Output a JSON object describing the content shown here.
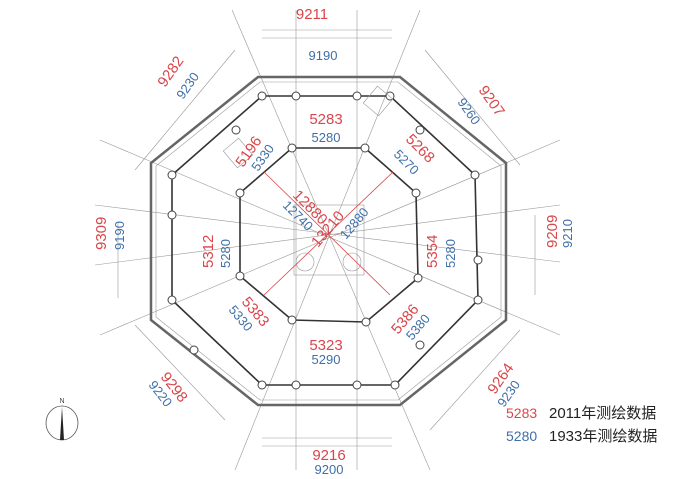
{
  "colors": {
    "data_2011": "#d9464a",
    "data_1933": "#3f6fa8"
  },
  "outer": {
    "top": {
      "red": "9211",
      "blue": "9190"
    },
    "top_right": {
      "red": "9207",
      "blue": "9260"
    },
    "right": {
      "red": "9209",
      "blue": "9210"
    },
    "bottom_right": {
      "red": "9264",
      "blue": "9230"
    },
    "bottom": {
      "red": "9216",
      "blue": "9200"
    },
    "bottom_left": {
      "red": "9298",
      "blue": "9220"
    },
    "left": {
      "red": "9309",
      "blue": "9190"
    },
    "top_left": {
      "red": "9282",
      "blue": "9230"
    }
  },
  "inner": {
    "top": {
      "red": "5283",
      "blue": "5280"
    },
    "top_right": {
      "red": "5268",
      "blue": "5270"
    },
    "right": {
      "red": "5354",
      "blue": "5280"
    },
    "bottom_right": {
      "red": "5386",
      "blue": "5380"
    },
    "bottom": {
      "red": "5323",
      "blue": "5290"
    },
    "bottom_left": {
      "red": "5383",
      "blue": "5330"
    },
    "left": {
      "red": "5312",
      "blue": "5280"
    },
    "top_left": {
      "red": "5196",
      "blue": "5330"
    }
  },
  "diagonals": {
    "d1_red": "12880",
    "d1_blue": "12740",
    "d2_red": "13210",
    "d2_blue": "12880"
  },
  "compass": {
    "label": "N"
  },
  "legend": [
    {
      "value": "5283",
      "text": "2011年测绘数据"
    },
    {
      "value": "5280",
      "text": "1933年测绘数据"
    }
  ]
}
